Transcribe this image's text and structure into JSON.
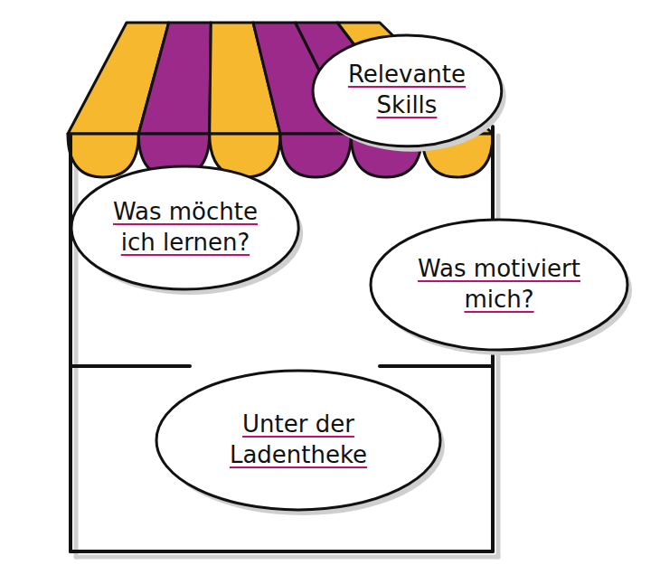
{
  "diagram": {
    "nodes": [
      {
        "text": [
          "Relevante Skills"
        ]
      },
      {
        "text": [
          "Was möchte ich lernen?"
        ]
      },
      {
        "text": [
          "Was motiviert mich?"
        ]
      },
      {
        "text": [
          "Unter der Ladentheke"
        ]
      }
    ]
  }
}
